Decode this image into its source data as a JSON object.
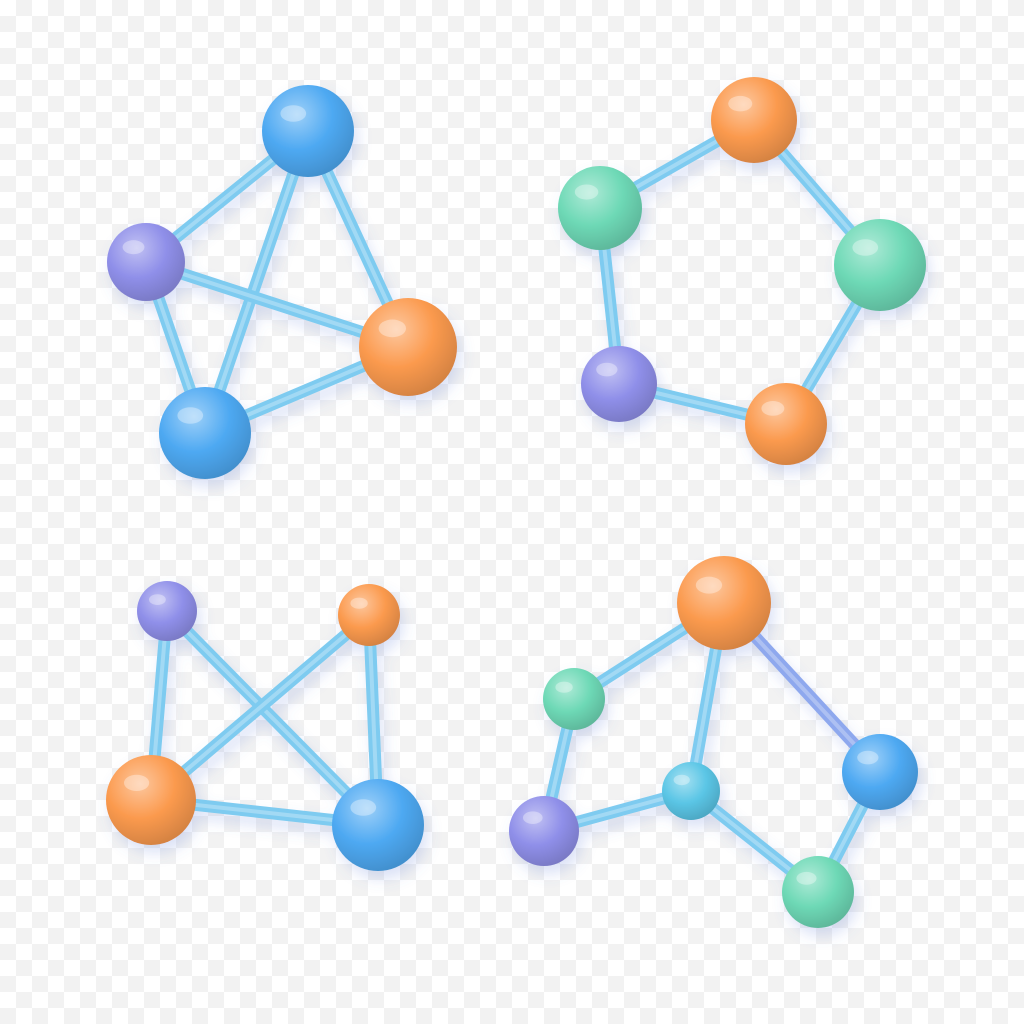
{
  "palette": {
    "edge": "#7ecbf0",
    "edge_alt": "#8ea8ee",
    "blue": "#4ea9f2",
    "purple": "#8f8fe9",
    "orange": "#fb9a4e",
    "green": "#6ed9b6",
    "teal": "#5bc6e6"
  },
  "icon_set": {
    "name": "network-graph-icons",
    "graphs": [
      {
        "name": "tetra-graph",
        "nodes": [
          {
            "id": "a",
            "color": "blue"
          },
          {
            "id": "b",
            "color": "purple"
          },
          {
            "id": "c",
            "color": "orange"
          },
          {
            "id": "d",
            "color": "blue"
          }
        ],
        "edges": [
          [
            "a",
            "b"
          ],
          [
            "a",
            "c"
          ],
          [
            "a",
            "d"
          ],
          [
            "b",
            "c"
          ],
          [
            "b",
            "d"
          ],
          [
            "c",
            "d"
          ]
        ]
      },
      {
        "name": "pentagon-graph",
        "nodes": [
          {
            "id": "a",
            "color": "orange"
          },
          {
            "id": "b",
            "color": "green"
          },
          {
            "id": "c",
            "color": "green"
          },
          {
            "id": "d",
            "color": "purple"
          },
          {
            "id": "e",
            "color": "orange"
          }
        ],
        "edges": [
          [
            "b",
            "a"
          ],
          [
            "a",
            "c"
          ],
          [
            "c",
            "e"
          ],
          [
            "e",
            "d"
          ],
          [
            "d",
            "b"
          ]
        ]
      },
      {
        "name": "bowtie-graph",
        "nodes": [
          {
            "id": "a",
            "color": "purple"
          },
          {
            "id": "b",
            "color": "orange"
          },
          {
            "id": "c",
            "color": "orange"
          },
          {
            "id": "d",
            "color": "blue"
          }
        ],
        "edges": [
          [
            "a",
            "c"
          ],
          [
            "a",
            "d"
          ],
          [
            "b",
            "c"
          ],
          [
            "b",
            "d"
          ],
          [
            "c",
            "d"
          ]
        ]
      },
      {
        "name": "hexagon-graph",
        "nodes": [
          {
            "id": "a",
            "color": "orange"
          },
          {
            "id": "b",
            "color": "green"
          },
          {
            "id": "c",
            "color": "purple"
          },
          {
            "id": "d",
            "color": "teal"
          },
          {
            "id": "e",
            "color": "blue"
          },
          {
            "id": "f",
            "color": "green"
          }
        ],
        "edges": [
          [
            "a",
            "b"
          ],
          [
            "a",
            "d"
          ],
          [
            "a",
            "e"
          ],
          [
            "b",
            "c"
          ],
          [
            "c",
            "d"
          ],
          [
            "d",
            "f"
          ],
          [
            "e",
            "f"
          ]
        ]
      }
    ]
  }
}
